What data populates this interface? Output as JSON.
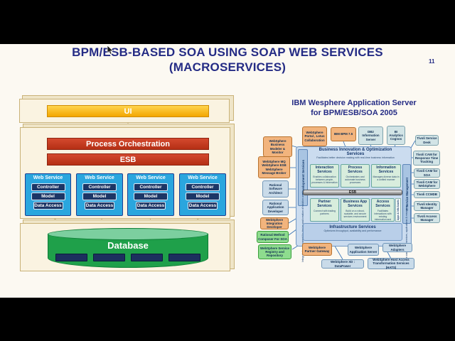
{
  "slide": {
    "title_line1": "BPM/ESB-BASED SOA USING SOAP WEB SERVICES",
    "title_line2": "(MACROSERVICES)",
    "page_number": "11"
  },
  "left_diagram": {
    "ui_label": "UI",
    "process_orchestration_label": "Process Orchestration",
    "esb_label": "ESB",
    "web_service_columns": [
      {
        "title": "Web Service",
        "layers": [
          "Controller",
          "Model",
          "Data Access"
        ]
      },
      {
        "title": "Web Service",
        "layers": [
          "Controller",
          "Model",
          "Data Access"
        ]
      },
      {
        "title": "Web Service",
        "layers": [
          "Controller",
          "Model",
          "Data Access"
        ]
      },
      {
        "title": "Web Service",
        "layers": [
          "Controller",
          "Model",
          "Data Access"
        ]
      }
    ],
    "database_label": "Database"
  },
  "right_diagram": {
    "title_line1": "IBM Wesphere Application Server",
    "title_line2": "for BPM/ESB/SOA 2005",
    "core": {
      "header_title": "Business Innovation & Optimization Services",
      "header_subtitle": "Facilitates better decision making with real-time business information",
      "development_services_label": "Development Services",
      "development_services_note": "Integrated environment for design and creation of solution assets",
      "it_service_management_label": "IT Service Management",
      "it_service_management_note": "Manage and secure services, applications & resources",
      "apps_info_assets_label": "Apps & Info Assets",
      "esb_label": "ESB",
      "row1": [
        {
          "title": "Interaction Services",
          "subtitle": "Enables collaboration between people, processes & information"
        },
        {
          "title": "Process Services",
          "subtitle": "Orchestrates and automate business processes"
        },
        {
          "title": "Information Services",
          "subtitle": "Manages diverse data in a unified manner"
        }
      ],
      "row2": [
        {
          "title": "Partner Services",
          "subtitle": "Connect with trading partners"
        },
        {
          "title": "Business App Services",
          "subtitle": "Build on a robust, scalable, and secure services environment"
        },
        {
          "title": "Access Services",
          "subtitle": "Facilitates interactions with existing information and application assets"
        }
      ],
      "infrastructure_title": "Infrastructure Services",
      "infrastructure_subtitle": "Optimizes throughput, availability and performance"
    },
    "top_boxes": [
      {
        "label": "WebSphere Business Modeler & Monitor"
      },
      {
        "label": "WebSphere Portal , Lotus Collaboration"
      },
      {
        "label": "IBM BPM 7.5"
      },
      {
        "label": "DB2 Information Server"
      },
      {
        "label": "BI Analytics Cognos"
      }
    ],
    "left_boxes": [
      {
        "label": "WebSphere MQ WebSphere ESB WebSphere Message Broker"
      },
      {
        "label": "Rational Software Architect"
      },
      {
        "label": "Rational Application Developer"
      },
      {
        "label": "WebSphere Integration Developer"
      },
      {
        "label": "Rational Method Composer For SOA"
      },
      {
        "label": "WebSphere Service Registry and Repository"
      }
    ],
    "bottom_boxes": [
      {
        "label": "WebSphere Partner Gateway"
      },
      {
        "label": "WebSphere Application Server"
      },
      {
        "label": "WebSphere Adapters"
      },
      {
        "label": "WebSphere XD : DataPower"
      },
      {
        "label": "WebSphere Host Access Transformation Services (HATS)"
      }
    ],
    "right_boxes": [
      {
        "label": "Tivoli Service Desk"
      },
      {
        "label": "Tivoli CAM for Response Time Tracking"
      },
      {
        "label": "Tivoli CAM for SOA"
      },
      {
        "label": "Tivoli CAM for WebSphere"
      },
      {
        "label": "Tivoli CCMDB"
      },
      {
        "label": "Tivoli Identity Manager"
      },
      {
        "label": "Tivoli Access Manager"
      }
    ]
  },
  "colors": {
    "title_navy": "#252c85",
    "slide_bg": "#fcf9f2",
    "cream": "#faf3e1",
    "ui_yellow": "#f9b400",
    "bar_red": "#c2391f",
    "service_blue": "#2aa6de",
    "inner_navy": "#1c3666",
    "db_green": "#1fa04a",
    "core_blue": "#cbdcef",
    "cell_green": "#d8eddd",
    "box_orange": "#f2b47d",
    "box_teal": "#d2e4e6",
    "box_steel": "#c9dbe9",
    "box_green": "#8edc8e"
  }
}
